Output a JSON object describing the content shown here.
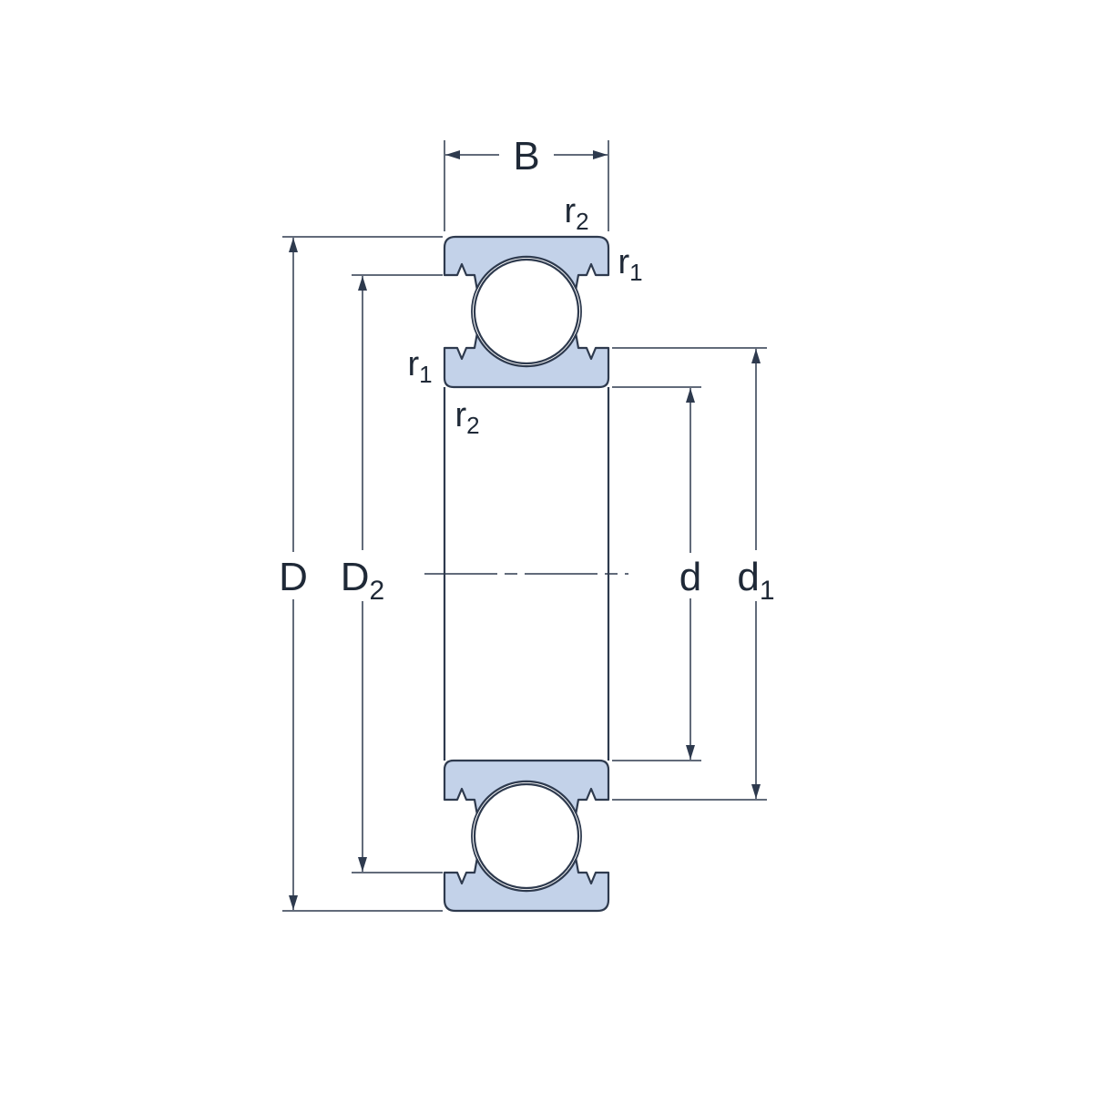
{
  "colors": {
    "background": "#ffffff",
    "ring_fill": "#c3d2e9",
    "line": "#2e3a4e",
    "text": "#1f2937"
  },
  "labels": {
    "b": {
      "main": "B",
      "sub": ""
    },
    "r2_top": {
      "main": "r",
      "sub": "2"
    },
    "r1_right": {
      "main": "r",
      "sub": "1"
    },
    "r1_left": {
      "main": "r",
      "sub": "1"
    },
    "r2_left": {
      "main": "r",
      "sub": "2"
    },
    "outer_diameter": {
      "main": "D",
      "sub": ""
    },
    "recess_diameter": {
      "main": "D",
      "sub": "2"
    },
    "bore_diameter": {
      "main": "d",
      "sub": ""
    },
    "shoulder_diameter": {
      "main": "d",
      "sub": "1"
    }
  }
}
